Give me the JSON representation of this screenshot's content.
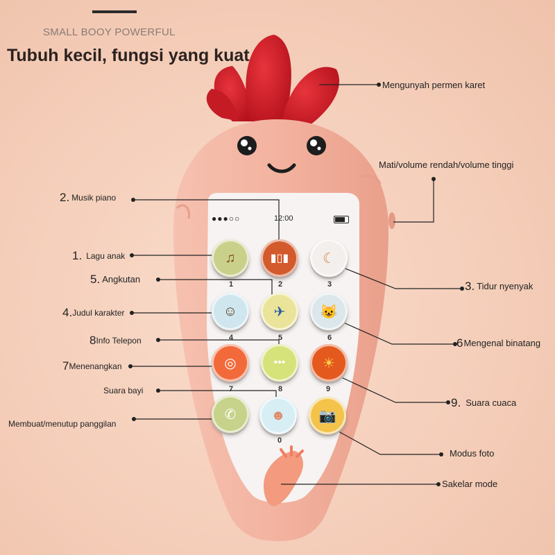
{
  "header": {
    "subtitle": "SMALL BOOY POWERFUL",
    "title": "Tubuh kecil, fungsi yang kuat"
  },
  "phone": {
    "time": "12:00",
    "keypad_numbers": [
      "1",
      "2",
      "3",
      "4",
      "5",
      "6",
      "7",
      "8",
      "9",
      "0"
    ]
  },
  "labels": {
    "chew": "Mengunyah permen karet",
    "volume": "Mati/volume rendah/volume tinggi",
    "piano_num": "2.",
    "piano": "Musik piano",
    "songs_num": "1.",
    "songs": "Lagu anak",
    "transport_num": "5.",
    "transport": "Angkutan",
    "sleep_num": "3.",
    "sleep": "Tidur nyenyak",
    "character_num": "4.",
    "character": "Judul karakter",
    "animals_num": "6",
    "animals": "Mengenal binatang",
    "info_num": "8",
    "info": "Info Telepon",
    "calm_num": "7",
    "calm": "Menenangkan",
    "weather_num": "9.",
    "weather": "Suara cuaca",
    "baby": "Suara bayi",
    "call": "Membuat/menutup panggilan",
    "photo": "Modus foto",
    "mode": "Sakelar mode"
  },
  "icons": [
    "music-notes-icon",
    "piano-keys-icon",
    "sleeping-moon-icon",
    "boy-face-icon",
    "airplane-icon",
    "cat-face-icon",
    "pacifier-icon",
    "speech-bubble-icon",
    "sun-icon",
    "phone-handset-icon",
    "baby-face-icon",
    "camera-icon",
    "battery-icon",
    "signal-dots-icon",
    "carrot-slider-icon"
  ],
  "colors": {
    "body": "#f2ad9a",
    "leaves": "#d9232e",
    "screen": "#f5f3f2",
    "accent": "#222222"
  }
}
